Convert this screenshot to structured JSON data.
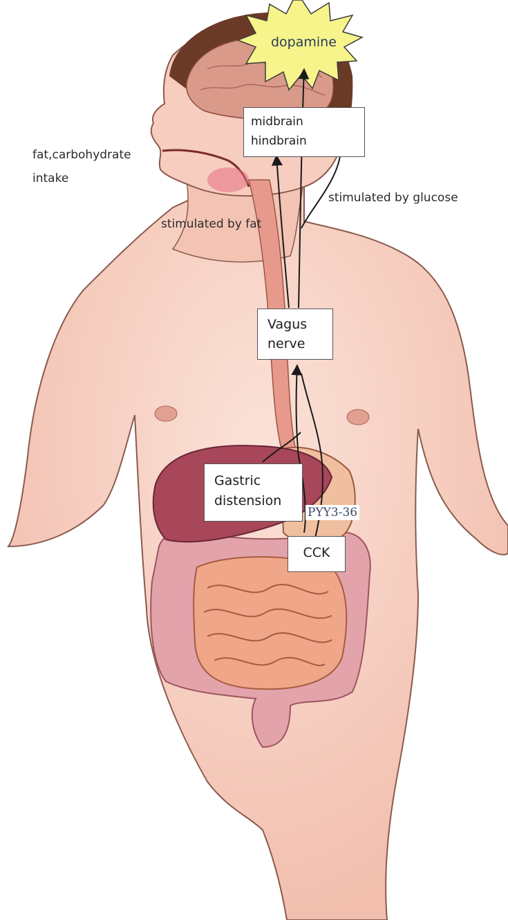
{
  "labels": {
    "dopamine": "dopamine",
    "midbrain": "midbrain",
    "hindbrain": "hindbrain",
    "fat_carb_line1": "fat,carbohydrate",
    "fat_carb_line2": "intake",
    "stim_glucose": "stimulated by glucose",
    "stim_fat": "stimulated by fat",
    "vagus_line1": "Vagus",
    "vagus_line2": "nerve",
    "gastric_line1": "Gastric",
    "gastric_line2": "distension",
    "pyy": "PYY3-36",
    "cck": "CCK"
  },
  "colors": {
    "skin": "#f6cdbf",
    "skin_outline": "#8a5a4c",
    "hair": "#6b3a26",
    "brain": "#d99a8a",
    "liver": "#a8475a",
    "colon": "#e3a3ab",
    "intestine": "#f0a688",
    "starburst": "#f6f48a",
    "arrow": "#1a1a1a"
  }
}
